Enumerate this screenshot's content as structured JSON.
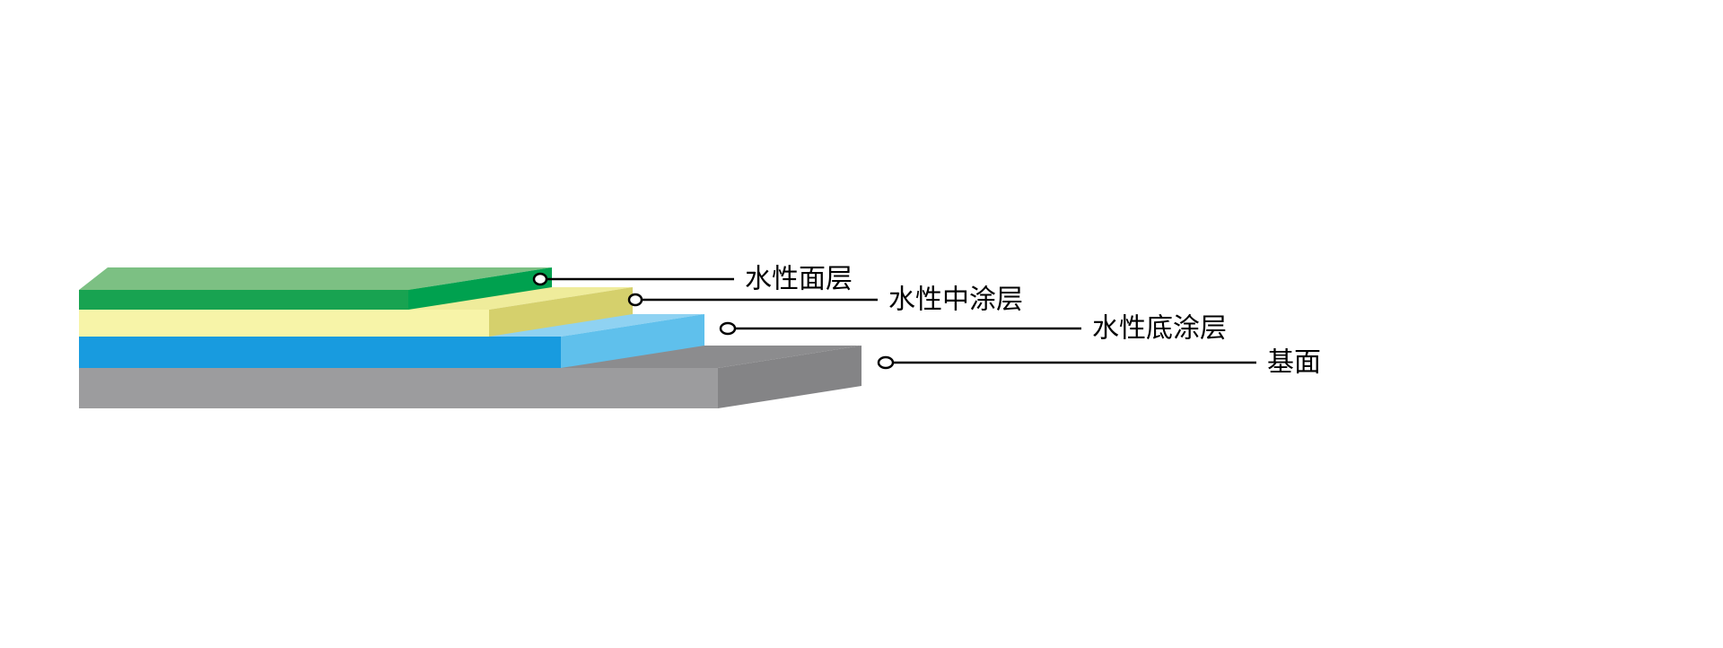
{
  "page": {
    "background": "#ffffff"
  },
  "diagram": {
    "type": "coating-layer-stack",
    "line_color": "#000000",
    "label_color": "#000000",
    "marker_fill": "#ffffff",
    "layers": [
      {
        "id": "topcoat",
        "label": "水性面层",
        "colors": {
          "top": "#7cc083",
          "front": "#18a351",
          "end": "#00a14f"
        }
      },
      {
        "id": "midcoat",
        "label": "水性中涂层",
        "colors": {
          "top": "#efec9b",
          "front": "#f7f4a8",
          "end": "#d5d06c"
        }
      },
      {
        "id": "primer",
        "label": "水性底涂层",
        "colors": {
          "top": "#8fd2f2",
          "front": "#189bdf",
          "end": "#5fc0ec"
        }
      },
      {
        "id": "base",
        "label": "基面",
        "colors": {
          "top": "#8c8c8e",
          "front": "#9c9c9e",
          "end": "#848486"
        }
      }
    ]
  }
}
